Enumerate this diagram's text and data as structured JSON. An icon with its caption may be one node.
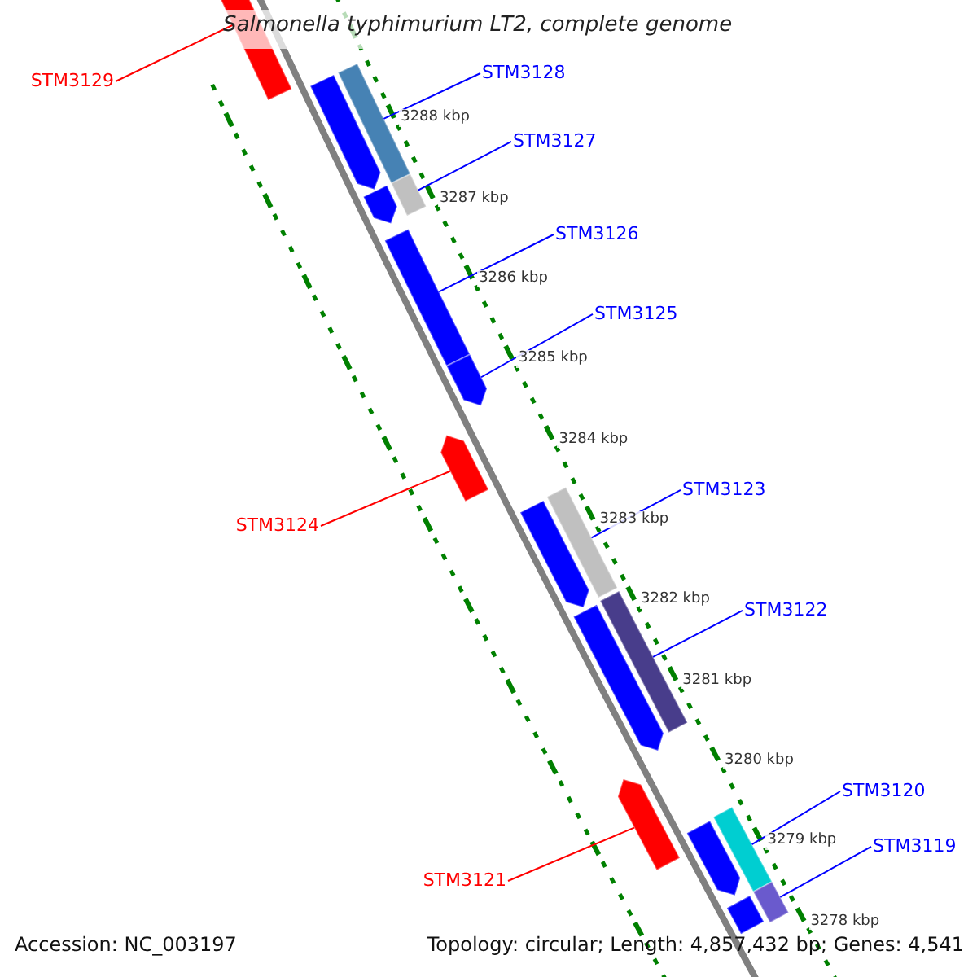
{
  "diagram": {
    "title": "Salmonella typhimurium LT2, complete genome",
    "nodes": [
      {
        "text": [
          "STM3129"
        ]
      },
      {
        "text": [
          "STM3128"
        ]
      },
      {
        "text": [
          "STM3127"
        ]
      },
      {
        "text": [
          "STM3126"
        ]
      },
      {
        "text": [
          "STM3125"
        ]
      },
      {
        "text": [
          "STM3123"
        ]
      },
      {
        "text": [
          "STM3124"
        ]
      },
      {
        "text": [
          "STM3122"
        ]
      },
      {
        "text": [
          "STM3120"
        ]
      },
      {
        "text": [
          "STM3119"
        ]
      },
      {
        "text": [
          "STM3121"
        ]
      },
      {
        "text": [],
        "shape": "bar"
      },
      {
        "text": [],
        "shape": "bar"
      },
      {
        "text": [],
        "shape": "bar"
      },
      {
        "text": [],
        "shape": "bar"
      },
      {
        "text": [],
        "shape": "bar"
      },
      {
        "text": [],
        "shape": "bar"
      },
      {
        "text": [],
        "shape": "bar"
      },
      {
        "text": [],
        "shape": "bar"
      },
      {
        "text": [],
        "shape": "bar"
      },
      {
        "text": [],
        "shape": "bar"
      },
      {
        "text": [],
        "shape": "bar"
      },
      {
        "text": [],
        "shape": "bar"
      },
      {
        "text": [],
        "shape": "bar"
      },
      {
        "text": [],
        "shape": "bar"
      },
      {
        "text": [],
        "shape": "bar"
      },
      {
        "text": [],
        "shape": "bar"
      },
      {
        "text": [],
        "shape": "bar"
      }
    ],
    "edges": [
      {
        "from": 0,
        "to": 11,
        "arrow": "none",
        "color": "#ff0000"
      },
      {
        "from": 1,
        "to": 12,
        "arrow": "none"
      },
      {
        "from": 2,
        "to": 13,
        "arrow": "none"
      },
      {
        "from": 3,
        "to": 14,
        "arrow": "none"
      },
      {
        "from": 4,
        "to": 15,
        "arrow": "none"
      },
      {
        "from": 5,
        "to": 16,
        "arrow": "none"
      },
      {
        "from": 6,
        "to": 17,
        "arrow": "none",
        "color": "#ff0000"
      },
      {
        "from": 7,
        "to": 18,
        "arrow": "none"
      },
      {
        "from": 8,
        "to": 19,
        "arrow": "none"
      },
      {
        "from": 9,
        "to": 20,
        "arrow": "none"
      },
      {
        "from": 10,
        "to": 21,
        "arrow": "none",
        "color": "#ff0000"
      }
    ],
    "labels": [
      "3288 kbp",
      "3287 kbp",
      "3286 kbp",
      "3285 kbp",
      "3284 kbp",
      "3283 kbp",
      "3282 kbp",
      "3281 kbp",
      "3280 kbp",
      "3279 kbp",
      "3278 kbp",
      "Accession: NC_003197",
      "Topology: circular; Length: 4,857,432 bp; Genes: 4,541"
    ]
  }
}
